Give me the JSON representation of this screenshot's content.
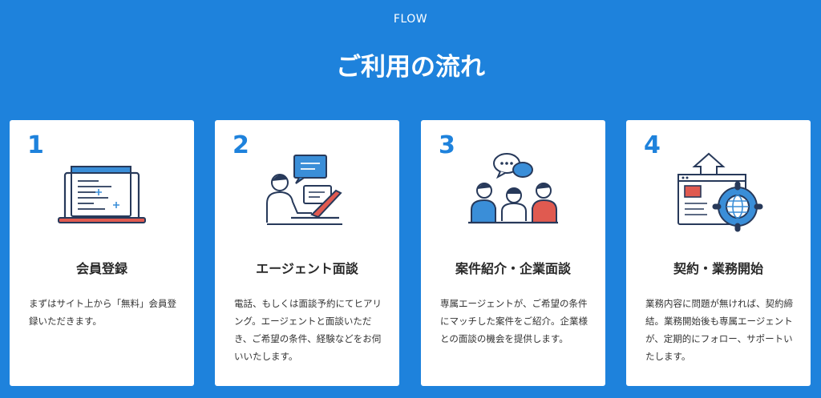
{
  "section": {
    "eyebrow": "FLOW",
    "title": "ご利用の流れ"
  },
  "colors": {
    "background": "#1e82dc",
    "card": "#ffffff",
    "accent": "#1e82dc",
    "illustration_red": "#e05a50",
    "illustration_blue": "#3a8ed8",
    "illustration_navy": "#27395a"
  },
  "steps": [
    {
      "number": "1",
      "title": "会員登録",
      "description": "まずはサイト上から「無料」会員登録いただきます。",
      "icon": "laptop-form-icon"
    },
    {
      "number": "2",
      "title": "エージェント面談",
      "description": "電話、もしくは面談予約にてヒアリング。エージェントと面談いただき、ご希望の条件、経験などをお伺いいたします。",
      "icon": "consultation-chat-icon"
    },
    {
      "number": "3",
      "title": "案件紹介・企業面談",
      "description": "専属エージェントが、ご希望の条件にマッチした案件をご紹介。企業様との面談の機会を提供します。",
      "icon": "group-meeting-icon"
    },
    {
      "number": "4",
      "title": "契約・業務開始",
      "description": "業務内容に問題が無ければ、契約締結。業務開始後も専属エージェントが、定期的にフォロー、サポートいたします。",
      "icon": "web-gear-icon"
    }
  ]
}
